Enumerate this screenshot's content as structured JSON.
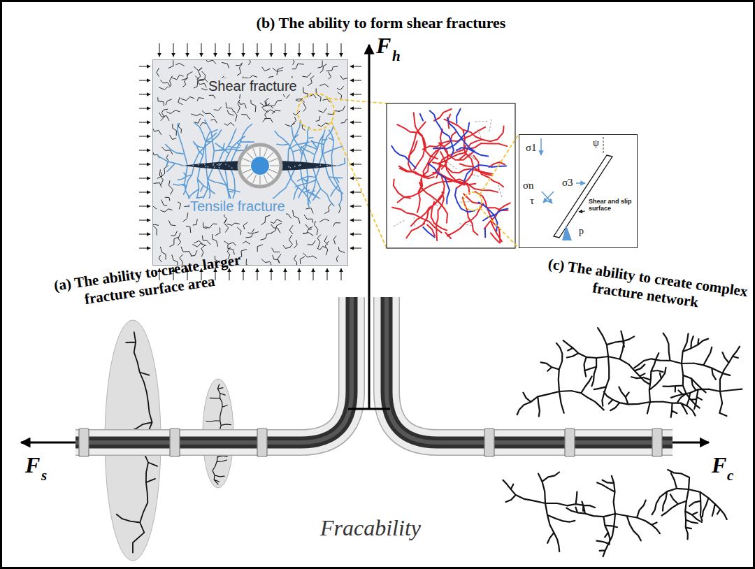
{
  "diagram": {
    "nodes": [
      {
        "text": [
          "Shear fracture",
          "Tensile fracture"
        ]
      },
      {
        "text": [
          "σ1",
          "ψ",
          "σn",
          "τ",
          "σ3",
          "Shear and slip surface",
          "p"
        ]
      }
    ],
    "labels": [
      "(b) The ability to form shear fractures",
      "F",
      "h",
      "(a) The ability to create larger fracture surface area",
      "(c) The ability to create complex fracture network",
      "F",
      "s",
      "F",
      "c",
      "Fracability"
    ]
  }
}
